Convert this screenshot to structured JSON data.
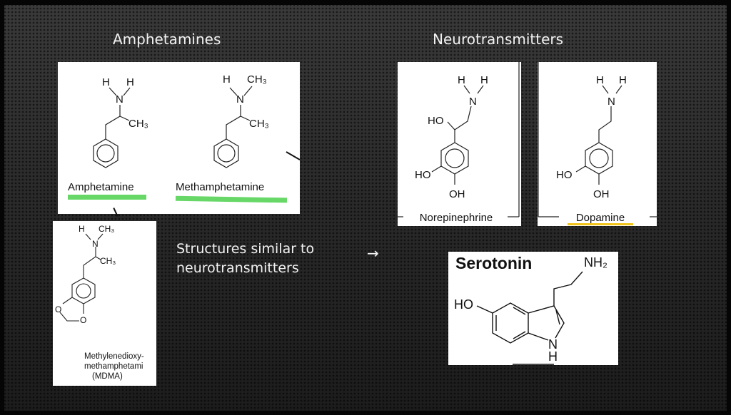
{
  "slide": {
    "left_heading": "Amphetamines",
    "right_heading": "Neurotransmitters",
    "body_line1": "Structures similar to",
    "body_line2": "neurotransmitters",
    "arrow": "→"
  },
  "atoms": {
    "H": "H",
    "N": "N",
    "CH3": "CH₃",
    "O": "O",
    "HO": "HO",
    "OH": "OH",
    "NH2": "NH₂"
  },
  "molecules": {
    "amphetamine": "Amphetamine",
    "methamphetamine": "Methamphetamine",
    "mdma_line1": "Methylenedioxy-",
    "mdma_line2": "methamphetami",
    "mdma_line3": "(MDMA)",
    "norepinephrine": "Norepinephrine",
    "dopamine": "Dopamine",
    "serotonin": "Serotonin"
  },
  "colors": {
    "highlight_green": "#4cd14c",
    "highlight_yellow": "#f0c419"
  }
}
